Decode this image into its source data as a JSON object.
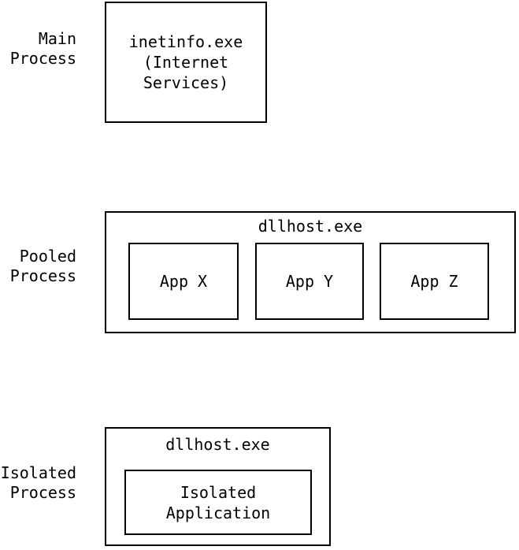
{
  "colors": {
    "background": "#ffffff",
    "border": "#000000",
    "text": "#000000"
  },
  "sections": {
    "main": {
      "label": [
        "Main",
        "Process"
      ],
      "box_lines": [
        "inetinfo.exe",
        "(Internet",
        "Services)"
      ]
    },
    "pooled": {
      "label": [
        "Pooled",
        "Process"
      ],
      "box_title": "dllhost.exe",
      "apps": [
        "App X",
        "App Y",
        "App Z"
      ]
    },
    "isolated": {
      "label": [
        "Isolated",
        "Process"
      ],
      "box_title": "dllhost.exe",
      "app_lines": [
        "Isolated",
        "Application"
      ]
    }
  }
}
